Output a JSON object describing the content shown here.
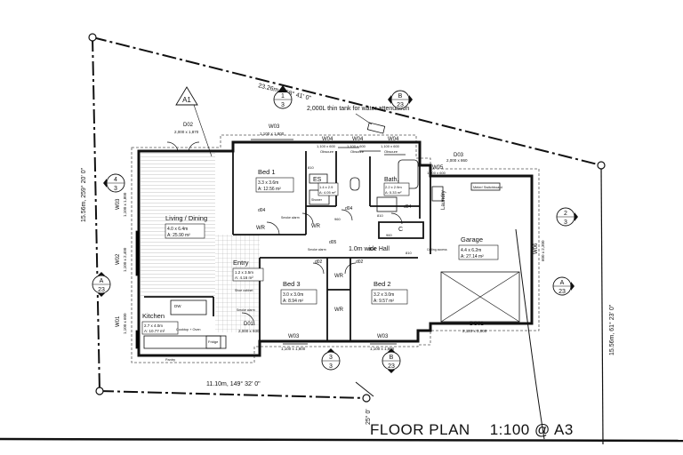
{
  "title": {
    "label": "FLOOR PLAN",
    "scale": "1:100 @ A3"
  },
  "boundary": {
    "top": "23.26m, 168° 41' 0\"",
    "left": "15.56m, 259° 20' 0\"",
    "right": "15.56m, 61° 23' 0\"",
    "bottom": "11.10m, 149° 32' 0\"",
    "bottom_right": "25° 0'"
  },
  "tank_note": "2,000L thin tank for water attenuation",
  "markers": {
    "a1": "A1",
    "t1": {
      "top": "1",
      "bottom": "3"
    },
    "b_top": {
      "top": "B",
      "bottom": "23"
    },
    "left43": {
      "top": "4",
      "bottom": "3"
    },
    "a_left": {
      "top": "A",
      "bottom": "23"
    },
    "right23": {
      "top": "2",
      "bottom": "3"
    },
    "a_right": {
      "top": "A",
      "bottom": "23"
    },
    "b33": {
      "top": "3",
      "bottom": "3"
    },
    "b_bot": {
      "top": "B",
      "bottom": "23"
    }
  },
  "rooms": {
    "living": {
      "name": "Living / Dining",
      "dims": "4.0 x 6.4m",
      "area": "A:    25.90 m²"
    },
    "bed1": {
      "name": "Bed 1",
      "dims": "3.3 x 3.6m",
      "area": "A:  12.56 m²"
    },
    "es": {
      "name": "ES",
      "dims": "1.4 x 2.9",
      "area": "A:  4.05 m²"
    },
    "bath": {
      "name": "Bath.",
      "dims": "2.2 x 2.9m",
      "area": "A:  5.33 m²"
    },
    "laundry": {
      "name": "Laundry"
    },
    "garage": {
      "name": "Garage",
      "dims": "4.4 x 6.2m",
      "area": "A:  27.14 m²",
      "meter": "Meter/ Switchboard"
    },
    "hall": {
      "name": "1.0m wide Hall"
    },
    "entry": {
      "name": "Entry",
      "dims": "1.2 x 3.5m",
      "area": "A:  4.16 m²"
    },
    "bed3": {
      "name": "Bed 3",
      "dims": "3.0 x 3.0m",
      "area": "A:  8.94 m²"
    },
    "bed2": {
      "name": "Bed 2",
      "dims": "3.2 x 3.0m",
      "area": "A:  9.57 m²"
    },
    "kitchen": {
      "name": "Kitchen",
      "dims": "2.7 x 4.0m",
      "area": "A:  10.77 m²"
    }
  },
  "openings": {
    "d02": {
      "id": "D02",
      "size": "2,000 x 1,870"
    },
    "w03_top": {
      "id": "W03",
      "size": "1,100 x 1,800"
    },
    "w04a": {
      "id": "W04",
      "size": "1,100 x 600",
      "note": "Obscure"
    },
    "w04b": {
      "id": "W04",
      "size": "1,100 x 600",
      "note": "Obscure"
    },
    "w04c": {
      "id": "W04",
      "size": "1,100 x 600",
      "note": "Obscure"
    },
    "d03": {
      "id": "D03",
      "size": "2,000 x 860"
    },
    "w05": {
      "id": "W05",
      "size": "1,100 x 600"
    },
    "w03_left": {
      "id": "W03",
      "size": "1,100 x 1,800"
    },
    "w02": {
      "id": "W02",
      "size": "1,100 x 2,400"
    },
    "w01": {
      "id": "W01",
      "size": "1,100 x 600"
    },
    "d01": {
      "id": "D01",
      "size": "2,000 x 930"
    },
    "w03_b1": {
      "id": "W03",
      "size": "1,100 x 1,800"
    },
    "w03_b2": {
      "id": "W03",
      "size": "1,100 x 1,800"
    },
    "dg01": {
      "id": "DG01",
      "size": "2,120 x 3,000"
    },
    "w06": {
      "id": "W06",
      "size": "600 x 2,300"
    }
  },
  "small": {
    "d04a": "d04",
    "d04b": "d04",
    "d04c": "d04",
    "d04d": "d04",
    "d05": "d05",
    "d02a": "d02",
    "d02b": "d02",
    "wr1": "WR",
    "wr2": "WR",
    "wr3": "WR",
    "wr4": "WR",
    "c": "C",
    "n960a": "960",
    "n960b": "960",
    "n810a": "810",
    "n810b": "810",
    "n810c": "810",
    "smoke1": "Smoke alarm",
    "smoke2": "Smoke alarm",
    "smoke3": "Smoke alarm",
    "shower": "Shower",
    "ceiling": "Ceiling access",
    "dw": "DW",
    "cooktop": "Cooktop + Oven",
    "fridge": "Fridge",
    "pantry": "Pantry",
    "shoe": "Shoe cabinet"
  }
}
